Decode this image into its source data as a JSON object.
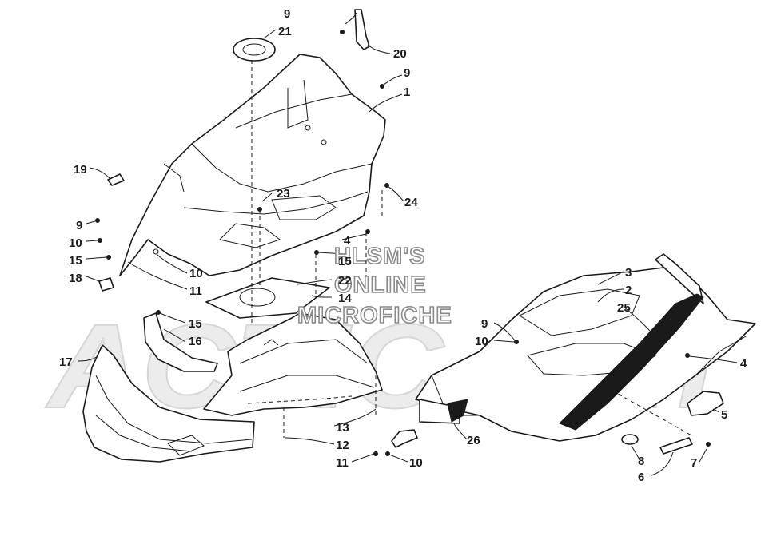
{
  "watermark": {
    "line1": "HLSM'S",
    "line2": "ONLINE",
    "line3": "MICROFICHE",
    "brand": "ACTIC CAT"
  },
  "callouts": [
    {
      "id": "c9a",
      "text": "9"
    },
    {
      "id": "c21",
      "text": "21"
    },
    {
      "id": "c20",
      "text": "20"
    },
    {
      "id": "c9b",
      "text": "9"
    },
    {
      "id": "c1",
      "text": "1"
    },
    {
      "id": "c19",
      "text": "19"
    },
    {
      "id": "c23",
      "text": "23"
    },
    {
      "id": "c24",
      "text": "24"
    },
    {
      "id": "c9c",
      "text": "9"
    },
    {
      "id": "c10a",
      "text": "10"
    },
    {
      "id": "c15a",
      "text": "15"
    },
    {
      "id": "c18",
      "text": "18"
    },
    {
      "id": "c10b",
      "text": "10"
    },
    {
      "id": "c11a",
      "text": "11"
    },
    {
      "id": "c4a",
      "text": "4"
    },
    {
      "id": "c15b",
      "text": "15"
    },
    {
      "id": "c22",
      "text": "22"
    },
    {
      "id": "c14",
      "text": "14"
    },
    {
      "id": "c15c",
      "text": "15"
    },
    {
      "id": "c16",
      "text": "16"
    },
    {
      "id": "c17",
      "text": "17"
    },
    {
      "id": "c13",
      "text": "13"
    },
    {
      "id": "c12",
      "text": "12"
    },
    {
      "id": "c11b",
      "text": "11"
    },
    {
      "id": "c10c",
      "text": "10"
    },
    {
      "id": "c26",
      "text": "26"
    },
    {
      "id": "c3",
      "text": "3"
    },
    {
      "id": "c2",
      "text": "2"
    },
    {
      "id": "c25",
      "text": "25"
    },
    {
      "id": "c9d",
      "text": "9"
    },
    {
      "id": "c10d",
      "text": "10"
    },
    {
      "id": "c4b",
      "text": "4"
    },
    {
      "id": "c5",
      "text": "5"
    },
    {
      "id": "c8",
      "text": "8"
    },
    {
      "id": "c6",
      "text": "6"
    },
    {
      "id": "c7",
      "text": "7"
    }
  ]
}
